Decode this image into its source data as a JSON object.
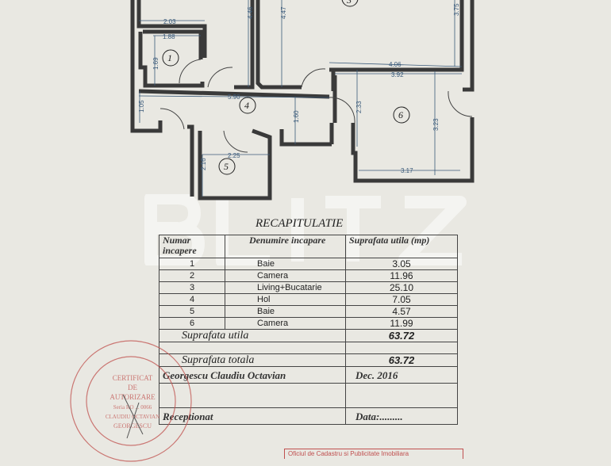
{
  "floor_plan": {
    "rooms": [
      "1",
      "3",
      "4",
      "5",
      "6"
    ],
    "dimensions": [
      "2.03",
      "1.88",
      "1.69",
      "4.46",
      "4.47",
      "3.75",
      "4.06",
      "3.92",
      "5.90",
      "1.05",
      "1.60",
      "2.33",
      "3.23",
      "3.17",
      "2.25",
      "2.16"
    ]
  },
  "watermark": "BLITZ",
  "table": {
    "title": "RECAPITULATIE",
    "headers": [
      "Numar incapere",
      "Denumire incapare",
      "Suprafata utila (mp)"
    ],
    "rows": [
      {
        "nr": "1",
        "name": "Baie",
        "area": "3.05"
      },
      {
        "nr": "2",
        "name": "Camera",
        "area": "11.96"
      },
      {
        "nr": "3",
        "name": "Living+Bucatarie",
        "area": "25.10"
      },
      {
        "nr": "4",
        "name": "Hol",
        "area": "7.05"
      },
      {
        "nr": "5",
        "name": "Baie",
        "area": "4.57"
      },
      {
        "nr": "6",
        "name": "Camera",
        "area": "11.99"
      }
    ],
    "util_label": "Suprafata utila",
    "util_value": "63.72",
    "total_label": "Suprafata totala",
    "total_value": "63.72",
    "author": "Georgescu Claudiu Octavian",
    "date": "Dec. 2016",
    "received_label": "Receptionat",
    "data_label": "Data:........."
  },
  "stamp": {
    "text": "CERTIFICAT DE AUTORIZARE Seria RO ... CLAUDIU OCTAVIAN GEORGESCU",
    "color": "#c0504d"
  },
  "stamp2": {
    "text": "Oficiul de Cadastru si Publicitate Imobiliara"
  }
}
